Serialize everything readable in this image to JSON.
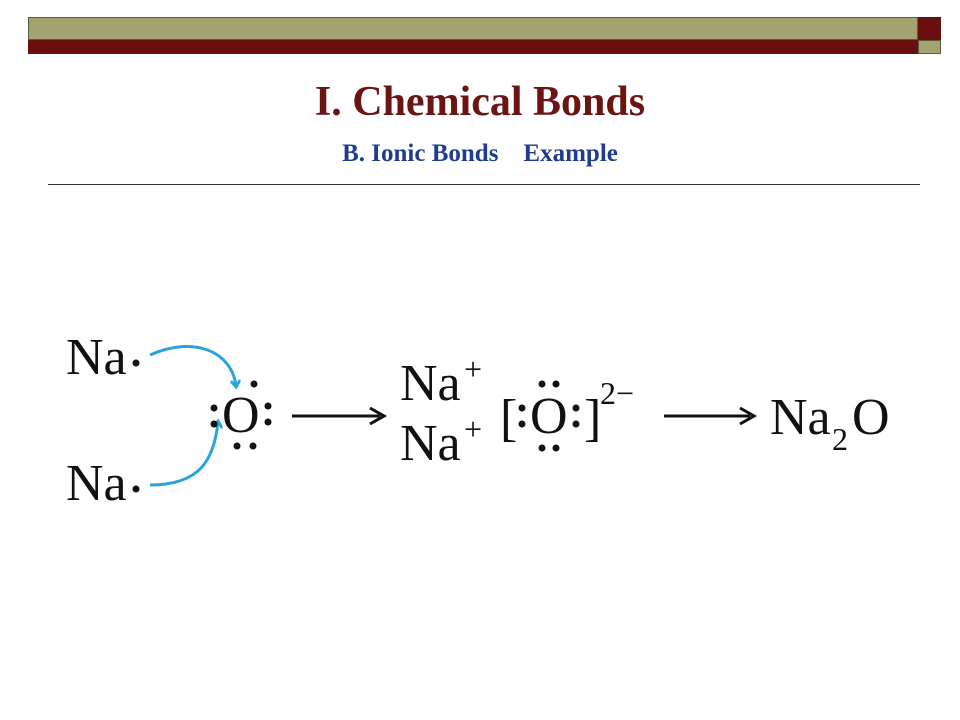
{
  "slide": {
    "title": "I. Chemical Bonds",
    "subtitle": "B. Ionic Bonds    Example"
  },
  "reaction": {
    "sodium_symbol": "Na",
    "oxygen_symbol": "O",
    "cation_charge": "+",
    "anion_open_bracket": "[",
    "anion_close_bracket": "]",
    "anion_charge": "2−",
    "product_symbol_1": "Na",
    "product_subscript": "2",
    "product_symbol_2": "O"
  },
  "colors": {
    "title": "#6a1414",
    "subtitle": "#1f3d8c",
    "transfer_arrow": "#2aa2dc",
    "bar_olive": "#a3a372",
    "bar_maroon": "#6a0f10"
  }
}
